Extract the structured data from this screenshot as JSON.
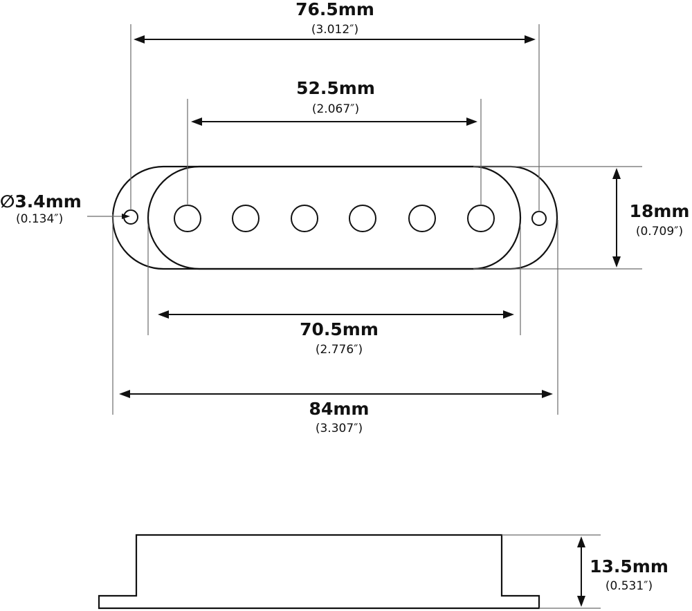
{
  "dimensions": {
    "overall_length": {
      "metric": "76.5mm",
      "imperial": "(3.012″)"
    },
    "pole_spacing": {
      "metric": "52.5mm",
      "imperial": "(2.067″)"
    },
    "mount_hole": {
      "metric": "∅3.4mm",
      "imperial": "(0.134″)"
    },
    "width": {
      "metric": "18mm",
      "imperial": "(0.709″)"
    },
    "body_length": {
      "metric": "70.5mm",
      "imperial": "(2.776″)"
    },
    "flange_length": {
      "metric": "84mm",
      "imperial": "(3.307″)"
    },
    "height": {
      "metric": "13.5mm",
      "imperial": "(0.531″)"
    }
  },
  "pole_piece_count": 6,
  "mounting_hole_count": 2
}
